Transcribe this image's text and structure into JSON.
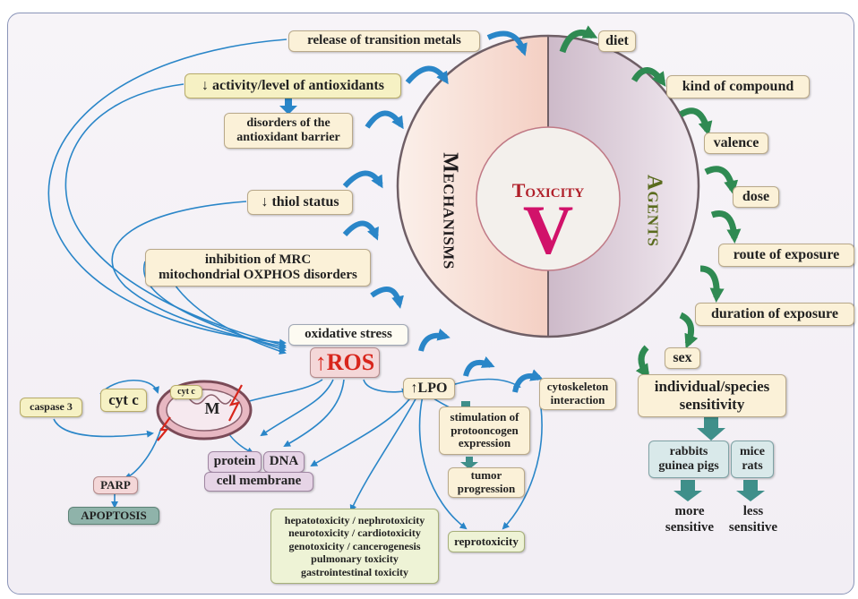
{
  "circle": {
    "left_label": "Mechanisms",
    "right_label": "Agents",
    "center_title": "Toxicity",
    "center_letter": "V"
  },
  "mechanisms": {
    "transition_metals": "release of transition metals",
    "antioxidants": "↓ activity/level of antioxidants",
    "antioxidant_barrier": "disorders of the\nantioxidant barrier",
    "thiol": "↓ thiol status",
    "mrc": "inhibition of MRC\nmitochondrial OXPHOS disorders",
    "oxidative_stress": "oxidative stress",
    "ros": "↑ROS",
    "lpo": "↑LPO",
    "cytoskeleton": "cytoskeleton\ninteraction",
    "protooncogen": "stimulation of\nprotooncogen\nexpression",
    "tumor": "tumor\nprogression",
    "reprotoxicity": "reprotoxicity",
    "organ_toxicity": "hepatotoxicity / nephrotoxicity\nneurotoxicity / cardiotoxicity\ngenotoxicity / cancerogenesis\npulmonary toxicity\ngastrointestinal toxicity"
  },
  "cell": {
    "caspase": "caspase 3",
    "cytc_large": "cyt c",
    "cytc_small": "cyt c",
    "mitochondrion": "M",
    "protein": "protein",
    "dna": "DNA",
    "membrane": "cell membrane",
    "parp": "PARP",
    "apoptosis": "APOPTOSIS"
  },
  "agents": {
    "diet": "diet",
    "compound": "kind of compound",
    "valence": "valence",
    "dose": "dose",
    "route": "route of exposure",
    "duration": "duration of exposure",
    "sex": "sex",
    "sensitivity": "individual/species\nsensitivity",
    "rabbits": "rabbits\nguinea pigs",
    "mice": "mice\nrats",
    "more": "more\nsensitive",
    "less": "less\nsensitive"
  },
  "colors": {
    "blue_arrow": "#2a86c8",
    "green_arrow": "#2f8a52",
    "teal_arrow": "#3f8f8a",
    "toxicity_red": "#b0202a",
    "v_magenta": "#d1126a",
    "agents_olive": "#5a6b1e"
  }
}
